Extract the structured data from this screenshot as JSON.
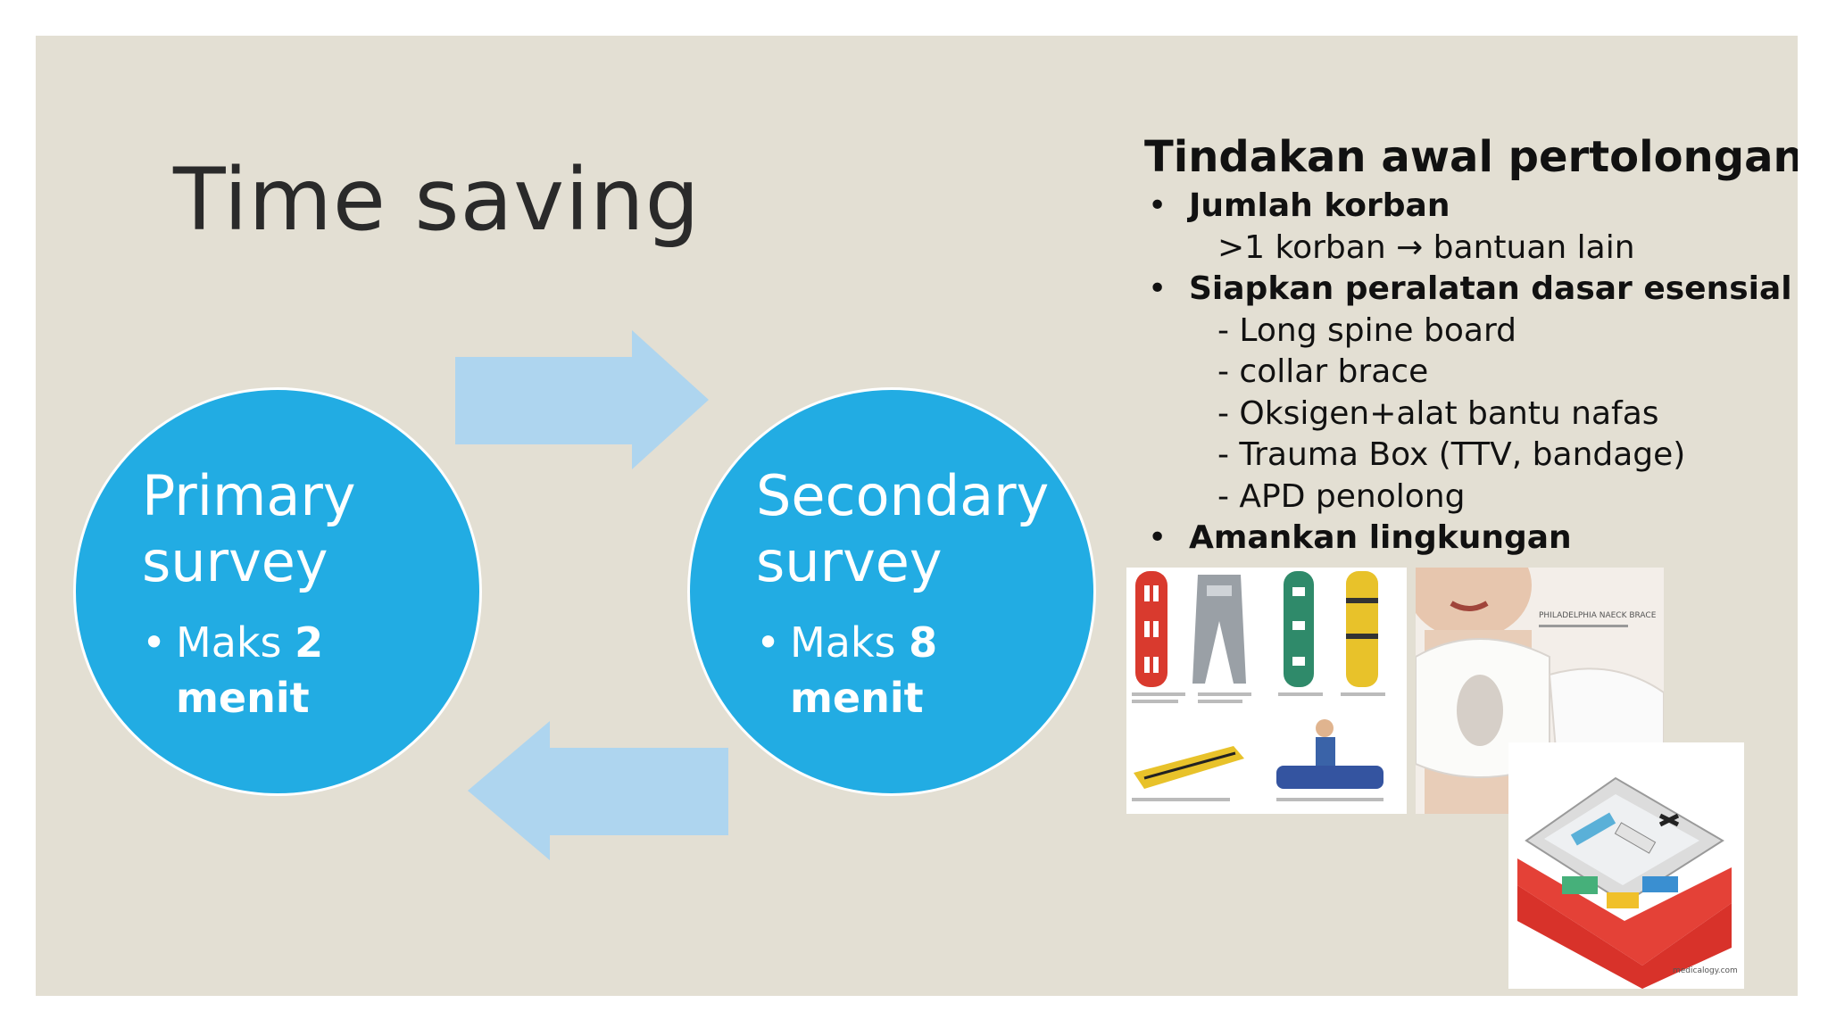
{
  "slide": {
    "title": "Time saving"
  },
  "cycle": {
    "primary": {
      "heading_line1": "Primary",
      "heading_line2": "survey",
      "bullet_prefix": "Maks",
      "bullet_value": "2",
      "bullet_unit": "menit"
    },
    "secondary": {
      "heading_line1": "Secondary",
      "heading_line2": "survey",
      "bullet_prefix": "Maks",
      "bullet_value": "8",
      "bullet_unit": "menit"
    }
  },
  "panel": {
    "title": "Tindakan awal pertolongan",
    "sections": [
      {
        "label": "Jumlah korban",
        "items": [
          ">1 korban → bantuan lain"
        ]
      },
      {
        "label": "Siapkan peralatan dasar esensial",
        "items": [
          "- Long spine board",
          "- collar brace",
          "- Oksigen+alat bantu nafas",
          "- Trauma Box (TTV, bandage)",
          "- APD penolong"
        ]
      },
      {
        "label": "Amankan lingkungan",
        "items": []
      }
    ]
  },
  "images": {
    "collar_label": "PHILADELPHIA NAECK BRACE",
    "kit_watermark": "medicalogy.com"
  },
  "colors": {
    "slide_bg": "#e3dfd3",
    "circle_fill": "#22ace3",
    "arrow_fill": "#aed5ef",
    "title_text": "#2a2a2a"
  }
}
